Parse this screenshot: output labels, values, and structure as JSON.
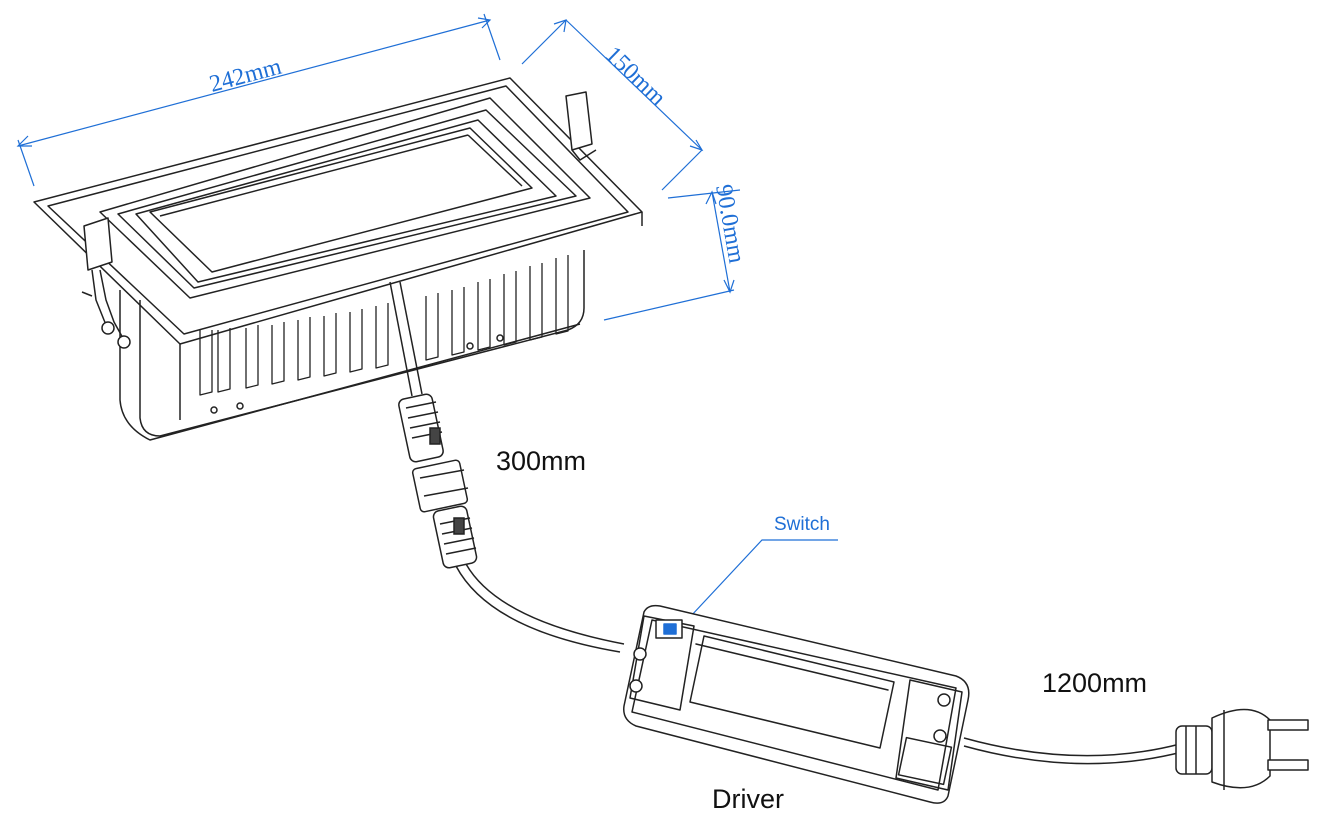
{
  "dimensions": {
    "length": "242mm",
    "width": "150mm",
    "height": "90.0mm"
  },
  "labels": {
    "cable_short": "300mm",
    "cable_long": "1200mm",
    "driver": "Driver",
    "switch": "Switch"
  },
  "colors": {
    "dimension": "#1f6fd6",
    "line": "#222222",
    "label": "#111111"
  }
}
